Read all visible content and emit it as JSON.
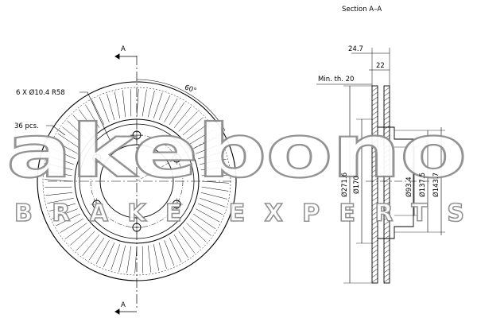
{
  "section_title": "Section A–A",
  "section_marks": [
    "A",
    "A"
  ],
  "annotations": {
    "bolt_holes": "6 X Ø10.4 R58",
    "vents": "36 pcs.",
    "angle": "60°"
  },
  "watermark": {
    "brand": "akebono",
    "tagline": "BRAKE EXPERTS"
  },
  "dimensions": {
    "total_thickness": "24.7",
    "disc_thickness": "22",
    "min_thickness": "Min. th. 20",
    "vertical": [
      "Ø271.6",
      "Ø170",
      "Ø93.4",
      "Ø137.5",
      "Ø143.7"
    ]
  }
}
